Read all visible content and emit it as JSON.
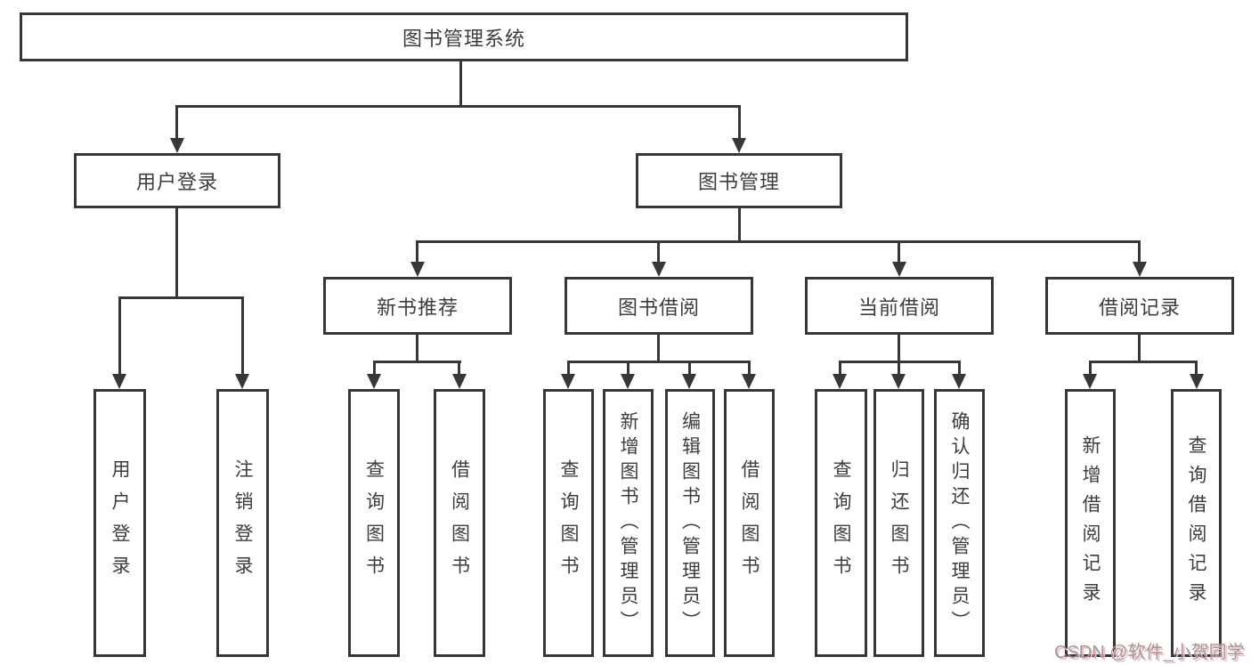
{
  "diagram": {
    "title": "图书管理系统",
    "branches": [
      {
        "label": "用户登录",
        "children": [
          "用户登录",
          "注销登录"
        ]
      },
      {
        "label": "图书管理",
        "children": [
          {
            "label": "新书推荐",
            "children": [
              "查询图书",
              "借阅图书"
            ]
          },
          {
            "label": "图书借阅",
            "children": [
              "查询图书",
              "新增图书（管理员）",
              "编辑图书（管理员）",
              "借阅图书"
            ]
          },
          {
            "label": "当前借阅",
            "children": [
              "查询图书",
              "归还图书",
              "确认归还（管理员）"
            ]
          },
          {
            "label": "借阅记录",
            "children": [
              "新增借阅记录",
              "查询借阅记录"
            ]
          }
        ]
      }
    ]
  },
  "watermark": {
    "text": "CSDN @软件_小贺同学"
  },
  "colors": {
    "line": "#373737",
    "text": "#3d3d3d",
    "background": "#ffffff",
    "watermark_gray": "#9c9c9c",
    "watermark_pink": "#f7b9bf"
  }
}
